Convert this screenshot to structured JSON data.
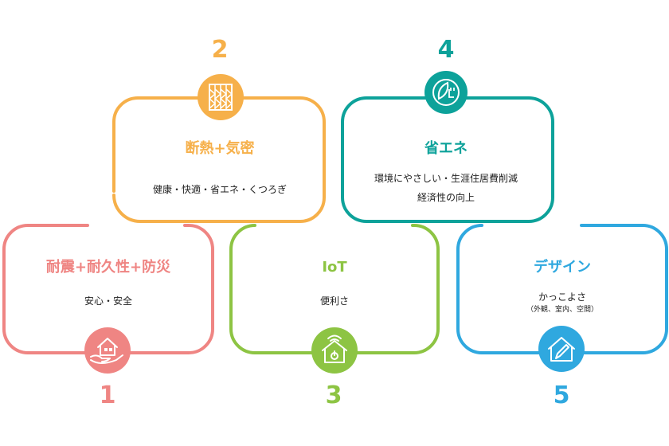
{
  "colors": {
    "c1": "#ef8583",
    "c2": "#f6b04a",
    "c3": "#8dc443",
    "c4": "#0da29a",
    "c5": "#2fa8df"
  },
  "steps": [
    {
      "number": "1",
      "title": "耐震+耐久性+防災",
      "desc": "安心・安全",
      "icon": "house-in-hand-icon"
    },
    {
      "number": "2",
      "title": "断熱+気密",
      "desc": "健康・快適・省エネ・くつろぎ",
      "icon": "insulation-icon"
    },
    {
      "number": "3",
      "title": "IoT",
      "desc": "便利さ",
      "icon": "smart-home-wifi-icon"
    },
    {
      "number": "4",
      "title": "省エネ",
      "desc": "環境にやさしい・生涯住居費削減",
      "desc2": "経済性の向上",
      "icon": "eco-plug-icon"
    },
    {
      "number": "5",
      "title": "デザイン",
      "desc": "かっこよさ",
      "desc2": "（外観、室内、空間）",
      "icon": "house-pen-icon"
    }
  ]
}
